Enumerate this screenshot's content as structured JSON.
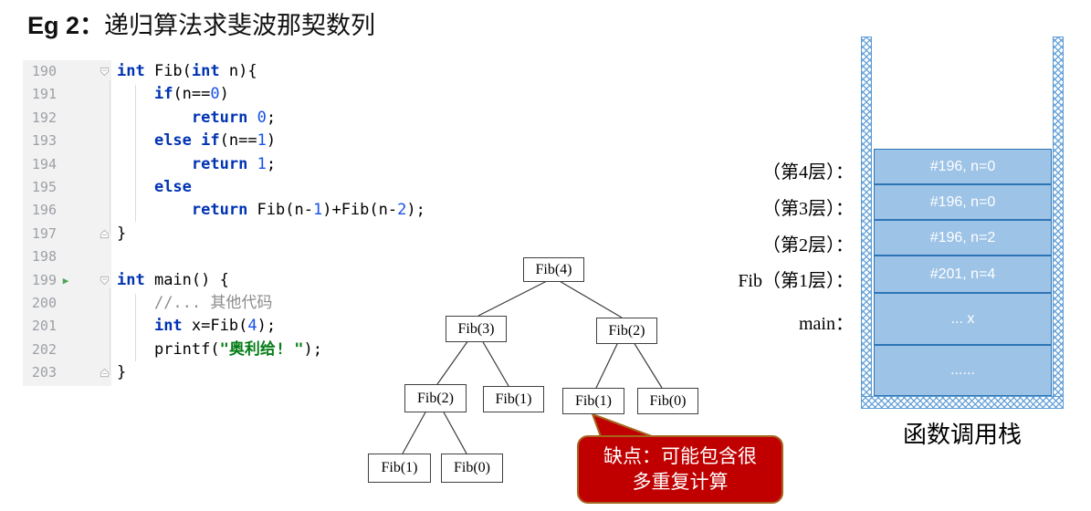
{
  "title": {
    "prefix": "Eg 2：",
    "text": "递归算法求斐波那契数列"
  },
  "editor": {
    "lines": [
      {
        "no": "190",
        "fold": "down",
        "run": false,
        "tokens": [
          [
            "kw",
            "int"
          ],
          [
            "pl",
            " Fib("
          ],
          [
            "kw",
            "int"
          ],
          [
            "pl",
            " n){"
          ]
        ]
      },
      {
        "no": "191",
        "fold": "",
        "run": false,
        "tokens": [
          [
            "pl",
            "    "
          ],
          [
            "kw",
            "if"
          ],
          [
            "pl",
            "(n=="
          ],
          [
            "num",
            "0"
          ],
          [
            "pl",
            ")"
          ]
        ]
      },
      {
        "no": "192",
        "fold": "",
        "run": false,
        "tokens": [
          [
            "pl",
            "        "
          ],
          [
            "kw",
            "return"
          ],
          [
            "pl",
            " "
          ],
          [
            "num",
            "0"
          ],
          [
            "pl",
            ";"
          ]
        ]
      },
      {
        "no": "193",
        "fold": "",
        "run": false,
        "tokens": [
          [
            "pl",
            "    "
          ],
          [
            "kw",
            "else"
          ],
          [
            "pl",
            " "
          ],
          [
            "kw",
            "if"
          ],
          [
            "pl",
            "(n=="
          ],
          [
            "num",
            "1"
          ],
          [
            "pl",
            ")"
          ]
        ]
      },
      {
        "no": "194",
        "fold": "",
        "run": false,
        "tokens": [
          [
            "pl",
            "        "
          ],
          [
            "kw",
            "return"
          ],
          [
            "pl",
            " "
          ],
          [
            "num",
            "1"
          ],
          [
            "pl",
            ";"
          ]
        ]
      },
      {
        "no": "195",
        "fold": "",
        "run": false,
        "tokens": [
          [
            "pl",
            "    "
          ],
          [
            "kw",
            "else"
          ]
        ]
      },
      {
        "no": "196",
        "fold": "",
        "run": false,
        "tokens": [
          [
            "pl",
            "        "
          ],
          [
            "kw",
            "return"
          ],
          [
            "pl",
            " Fib(n-"
          ],
          [
            "num",
            "1"
          ],
          [
            "pl",
            ")+Fib(n-"
          ],
          [
            "num",
            "2"
          ],
          [
            "pl",
            ");"
          ]
        ]
      },
      {
        "no": "197",
        "fold": "up",
        "run": false,
        "tokens": [
          [
            "pl",
            "}"
          ]
        ]
      },
      {
        "no": "198",
        "fold": "",
        "run": false,
        "tokens": []
      },
      {
        "no": "199",
        "fold": "down",
        "run": true,
        "tokens": [
          [
            "kw",
            "int"
          ],
          [
            "pl",
            " main() {"
          ]
        ]
      },
      {
        "no": "200",
        "fold": "",
        "run": false,
        "tokens": [
          [
            "pl",
            "    "
          ],
          [
            "cm",
            "//... 其他代码"
          ]
        ]
      },
      {
        "no": "201",
        "fold": "",
        "run": false,
        "tokens": [
          [
            "pl",
            "    "
          ],
          [
            "kw",
            "int"
          ],
          [
            "pl",
            " x=Fib("
          ],
          [
            "num",
            "4"
          ],
          [
            "pl",
            ");"
          ]
        ]
      },
      {
        "no": "202",
        "fold": "",
        "run": false,
        "tokens": [
          [
            "pl",
            "    printf("
          ],
          [
            "str",
            "\"奥利给! \""
          ],
          [
            "pl",
            ");"
          ]
        ]
      },
      {
        "no": "203",
        "fold": "up",
        "run": false,
        "tokens": [
          [
            "pl",
            "}"
          ]
        ]
      }
    ]
  },
  "tree": {
    "nodes": [
      {
        "label": "Fib(4)"
      },
      {
        "label": "Fib(3)"
      },
      {
        "label": "Fib(2)"
      },
      {
        "label": "Fib(2)"
      },
      {
        "label": "Fib(1)"
      },
      {
        "label": "Fib(1)"
      },
      {
        "label": "Fib(0)"
      },
      {
        "label": "Fib(1)"
      },
      {
        "label": "Fib(0)"
      }
    ]
  },
  "callout": {
    "line1": "缺点：可能包含很",
    "line2": "多重复计算"
  },
  "stack": {
    "caption": "函数调用栈",
    "rows": [
      {
        "label": "（第4层）：",
        "frame": "#196, n=0"
      },
      {
        "label": "（第3层）：",
        "frame": "#196, n=0"
      },
      {
        "label": "（第2层）：",
        "frame": "#196, n=2"
      },
      {
        "label": "Fib（第1层）：",
        "frame": "#201, n=4"
      },
      {
        "label": "main：",
        "frame": "... x"
      },
      {
        "label": "",
        "frame": "......"
      }
    ]
  },
  "icons": {
    "run": "▶",
    "fold_open": "fold-down-pentagon",
    "fold_close": "fold-up-pentagon"
  },
  "colors": {
    "keyword": "#0033B3",
    "number": "#1750EB",
    "string": "#067D17",
    "comment": "#8C8C8C",
    "line_number": "#9CA0A6",
    "gutter_bg": "#F2F2F2",
    "run_green": "#4CA554",
    "frame_fill": "#9DC3E6",
    "frame_border": "#2E75B6",
    "wall_blue": "#5B9BD5",
    "callout_fill": "#C00000",
    "callout_border": "#A5641E"
  }
}
